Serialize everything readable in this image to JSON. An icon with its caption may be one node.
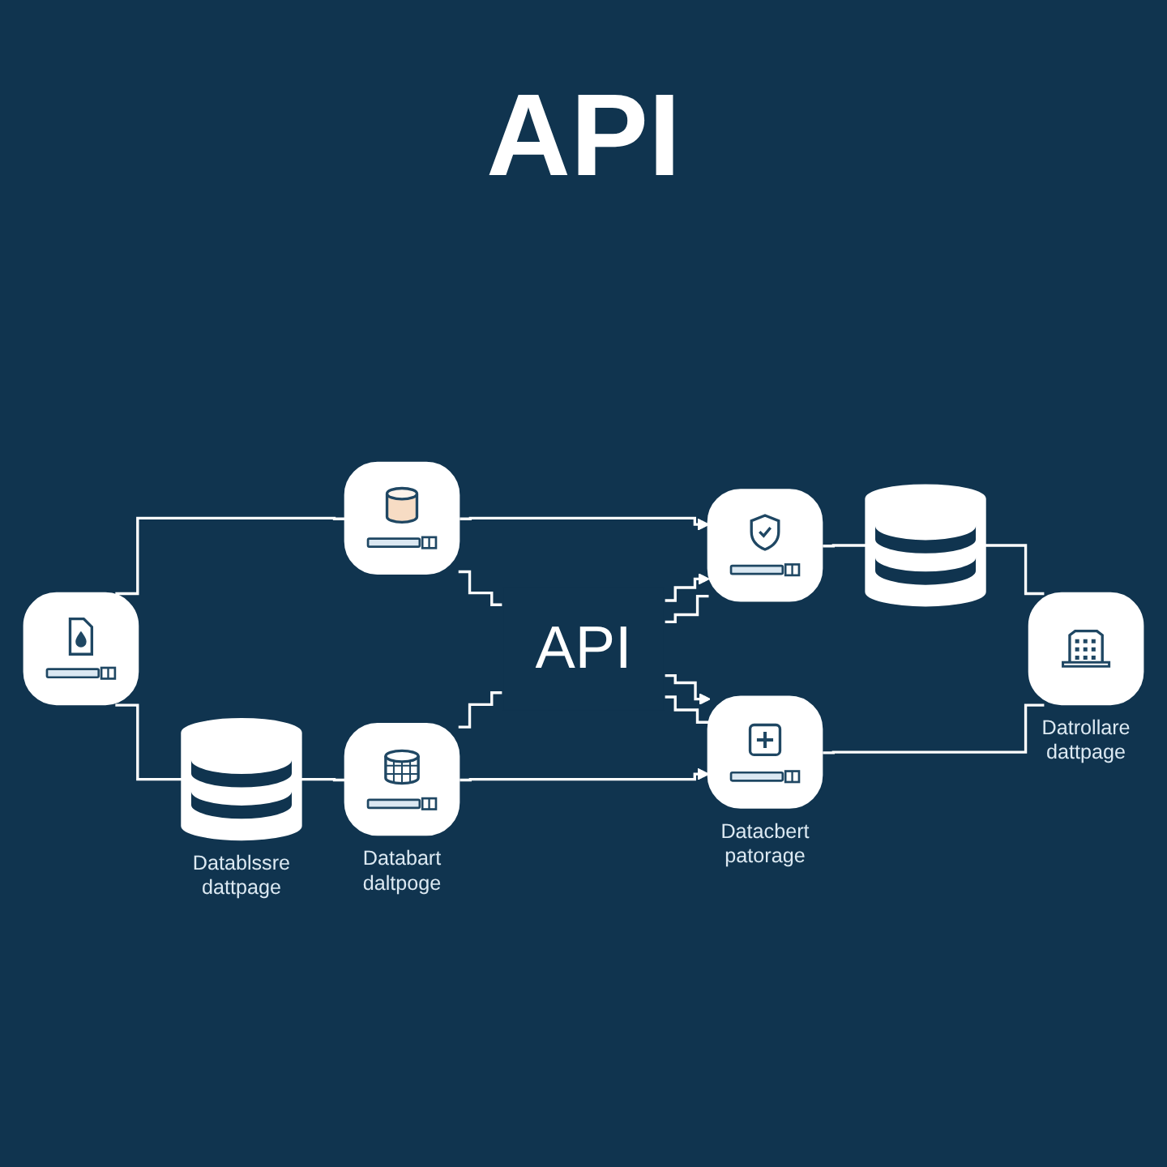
{
  "diagram": {
    "title": "API",
    "nodes": [
      {
        "text": [],
        "shape": "box"
      },
      {
        "text": [],
        "shape": "box"
      },
      {
        "text": [],
        "shape": "box"
      },
      {
        "text": [],
        "shape": "cylinder"
      },
      {
        "text": [
          "API"
        ]
      },
      {
        "text": [],
        "shape": "cylinder",
        "beside": [
          "Datablssre dattpage"
        ]
      },
      {
        "text": [],
        "shape": "box",
        "beside": [
          "Databart daltpoge"
        ]
      },
      {
        "text": [],
        "shape": "box",
        "beside": [
          "Datacbert patorage"
        ]
      },
      {
        "text": [],
        "shape": "box",
        "beside": [
          "Datrollare dattpage"
        ]
      }
    ],
    "edges": [
      {
        "from": 0,
        "to": 1,
        "arrow": "none"
      },
      {
        "from": 1,
        "to": 2,
        "arrow": "to"
      },
      {
        "from": 2,
        "to": 3,
        "arrow": "none"
      },
      {
        "from": 0,
        "to": 5,
        "arrow": "none"
      },
      {
        "from": 1,
        "to": 4,
        "arrow": "none"
      },
      {
        "from": 4,
        "to": 2,
        "arrow": "to"
      },
      {
        "from": 4,
        "to": 2,
        "arrow": "none"
      },
      {
        "from": 3,
        "to": 8,
        "arrow": "none"
      },
      {
        "from": 6,
        "to": 4,
        "arrow": "none"
      },
      {
        "from": 4,
        "to": 7,
        "arrow": "to"
      },
      {
        "from": 4,
        "to": 7,
        "arrow": "none"
      },
      {
        "from": 5,
        "to": 6,
        "arrow": "none"
      },
      {
        "from": 6,
        "to": 7,
        "arrow": "to"
      },
      {
        "from": 7,
        "to": 8,
        "arrow": "none"
      }
    ]
  }
}
